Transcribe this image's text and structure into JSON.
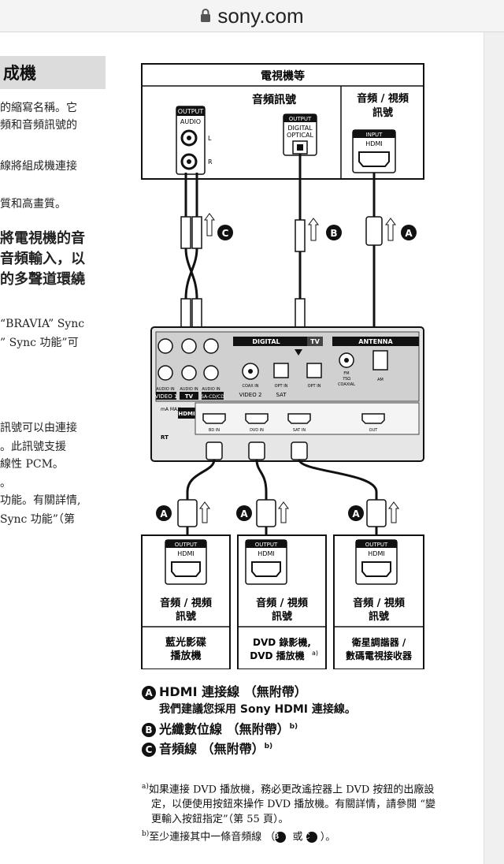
{
  "browser": {
    "domain": "sony.com"
  },
  "left_column": {
    "section_title": "成機",
    "lines": [
      "的縮寫名稱。它",
      "頻和音頻訊號的",
      "線將組成機連接",
      "質和高畫質。",
      "將電視機的音",
      "音頻輸入，以",
      "的多聲道環繞",
      "“BRAVIA” Sync",
      "” Sync 功能”可",
      "訊號可以由連接",
      "。此訊號支援",
      "線性 PCM。",
      "。",
      "功能。有關詳情,",
      "Sync 功能”（第"
    ]
  },
  "diagram": {
    "tv_title": "電視機等",
    "tv_audio_label": "音頻訊號",
    "tv_av_label_1": "音頻 / 視頻",
    "tv_av_label_2": "訊號",
    "output_tag": "OUTPUT",
    "audio_tag": "AUDIO",
    "ch_l": "L",
    "ch_r": "R",
    "digital_optical_1": "DIGITAL",
    "digital_optical_2": "OPTICAL",
    "input_tag": "INPUT",
    "hdmi_tag": "HDMI",
    "label_a": "A",
    "label_b": "B",
    "label_c": "C",
    "rx_digital": "DIGITAL",
    "rx_tv": "TV",
    "rx_antenna": "ANTENNA",
    "rx_video1": "VIDEO 1",
    "rx_tv_jack": "TV",
    "rx_sacd": "SA-CD/CD",
    "rx_audio_in": "AUDIO IN",
    "rx_coax_in": "COAX IN",
    "rx_video2": "VIDEO 2",
    "rx_opt_in": "OPT IN",
    "rx_sat": "SAT",
    "rx_fm": "FM",
    "rx_75": "75Ω",
    "rx_coaxial": "COAXIAL",
    "rx_am": "AM",
    "rx_hdmi": "HDMI",
    "rx_bd_in": "BD IN",
    "rx_dvd_in": "DVD IN",
    "rx_sat_in": "SAT IN",
    "rx_out": "OUT",
    "rx_max": "mA MAX",
    "rx_rt": "RT",
    "dev_av_1": "音頻 / 視頻",
    "dev_av_2": "訊號",
    "dev1_name_1": "藍光影碟",
    "dev1_name_2": "播放機",
    "dev2_name_1": "DVD 錄影機,",
    "dev2_name_2": "DVD 播放機",
    "dev2_sup": "a)",
    "dev3_name_1": "衛星調諧器 /",
    "dev3_name_2": "數碼電視接收器"
  },
  "legend": {
    "a_text": "HDMI 連接線 （無附帶）",
    "a_sub": "我們建議您採用 Sony HDMI 連接線。",
    "b_text": "光纖數位線 （無附帶）",
    "b_sup": "b)",
    "c_text": "音頻線 （無附帶）",
    "c_sup": "b)"
  },
  "notes": {
    "a_mark": "a)",
    "a_text": "如果連接 DVD 播放機，務必更改遙控器上 DVD 按鈕的出廠設定，以便使用按鈕來操作 DVD 播放機。有關詳情，請參閱 “變更輸入按鈕指定”（第 55 頁）。",
    "b_mark": "b)",
    "b_text_1": "至少連接其中一條音頻線 （",
    "b_or": " 或 ",
    "b_text_2": "）。"
  }
}
